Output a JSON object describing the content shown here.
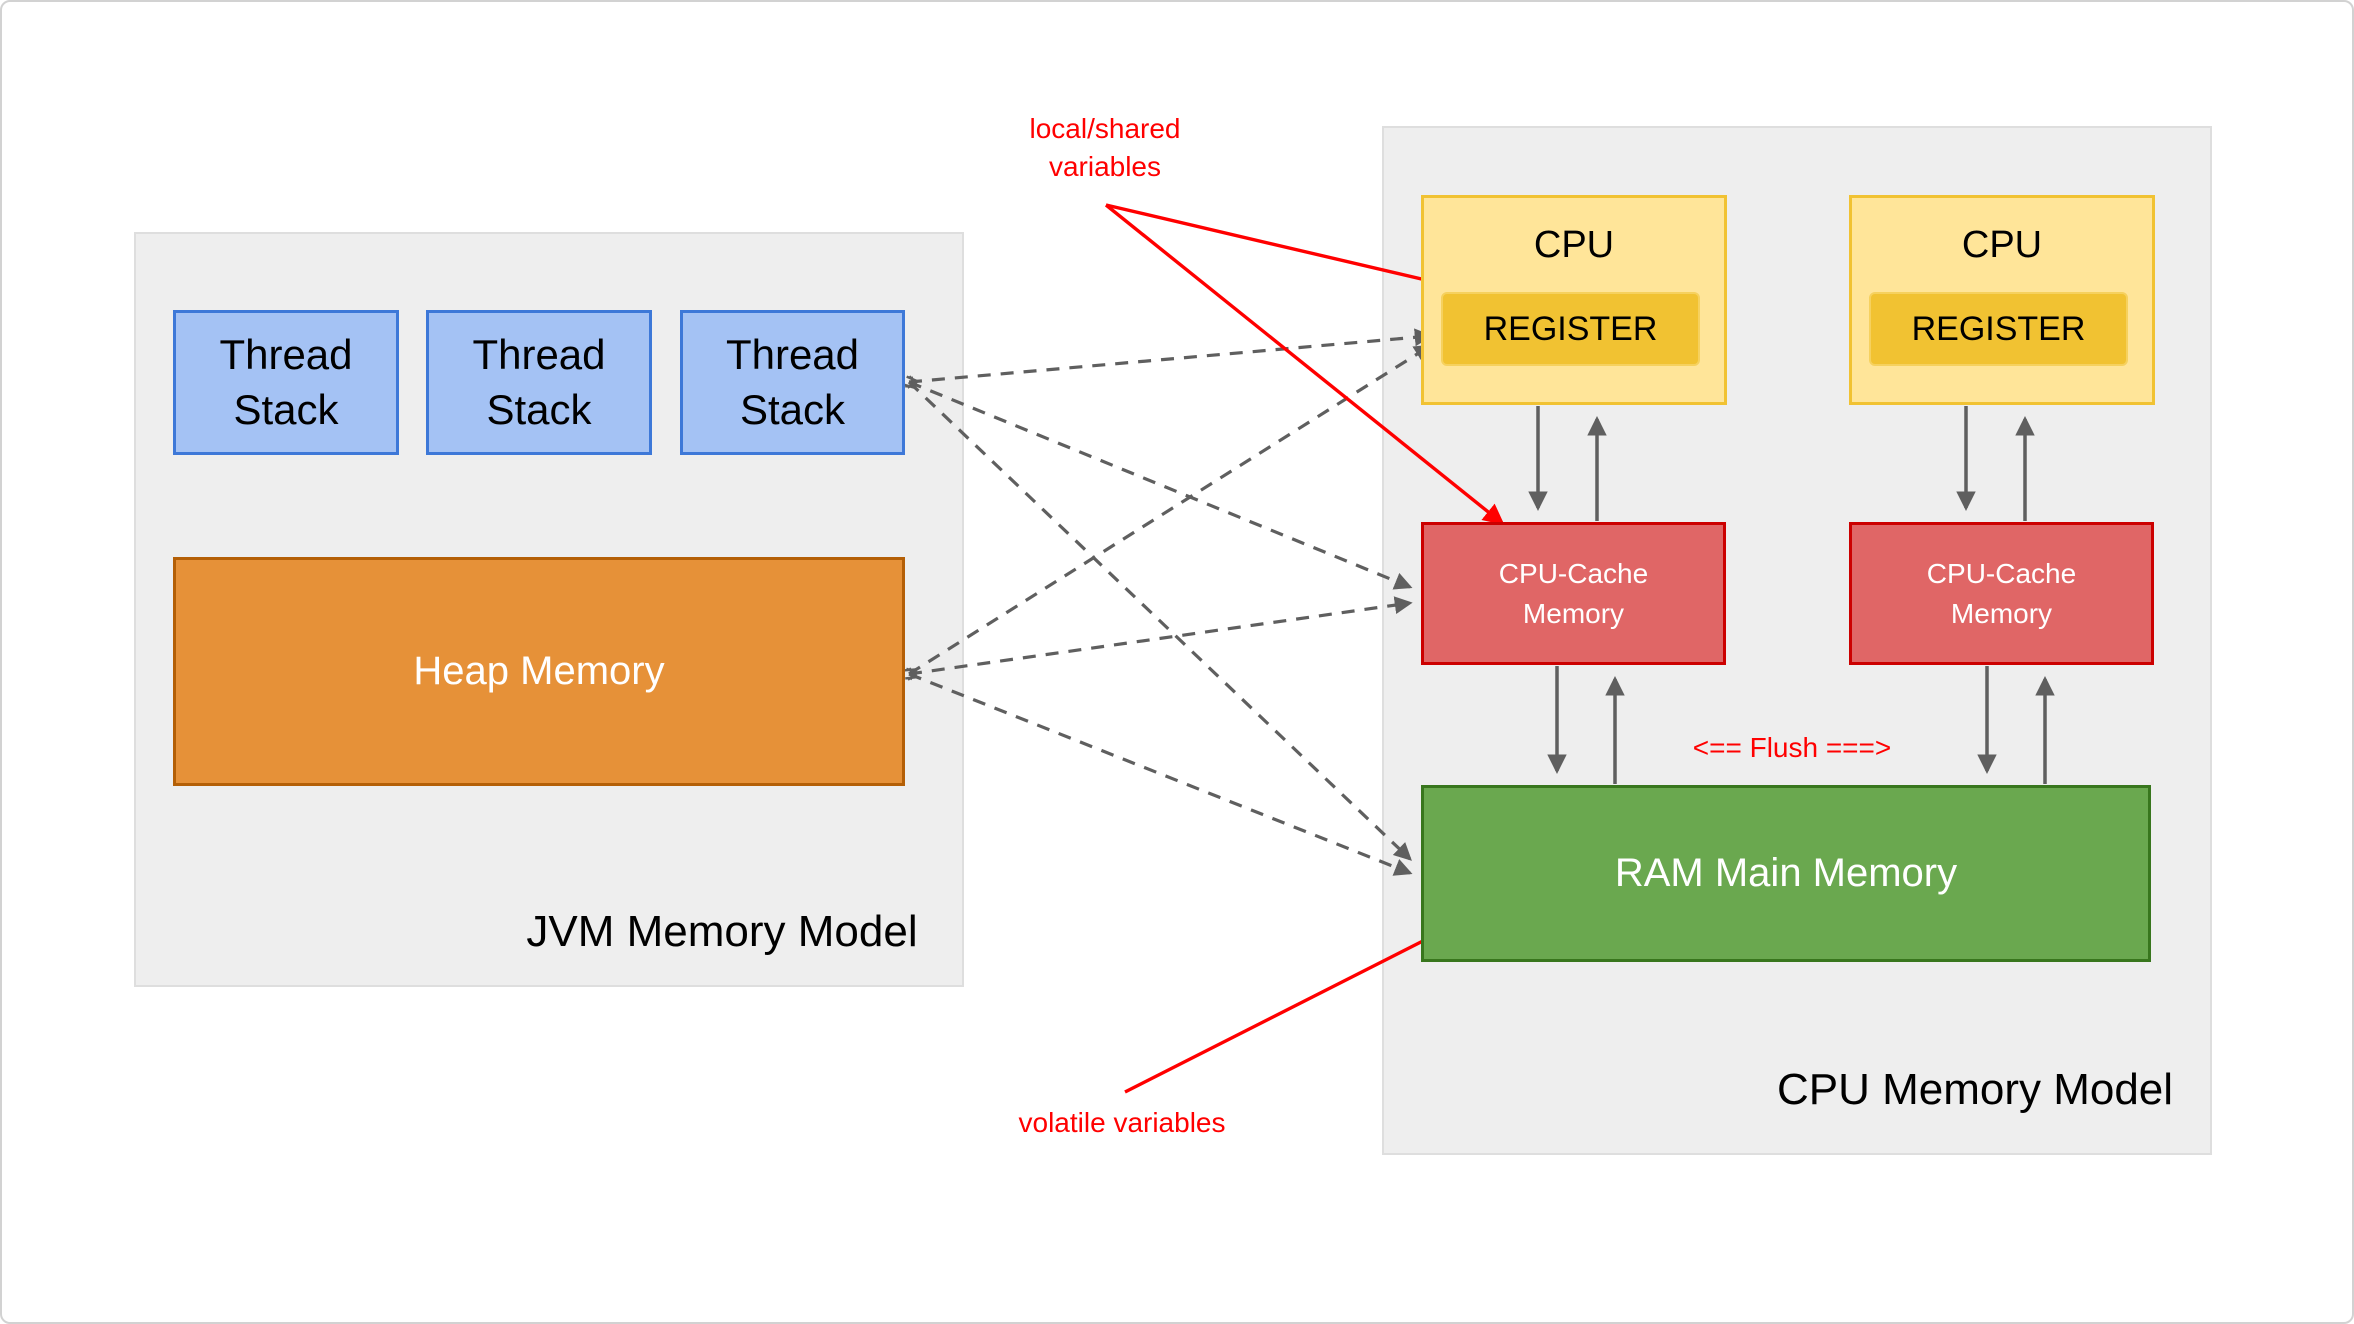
{
  "diagram": {
    "jvm_panel": {
      "label": "JVM Memory Model"
    },
    "cpu_panel": {
      "label": "CPU Memory Model"
    },
    "nodes": {
      "thread_stack_1": {
        "label": "Thread\nStack"
      },
      "thread_stack_2": {
        "label": "Thread\nStack"
      },
      "thread_stack_3": {
        "label": "Thread\nStack"
      },
      "heap": {
        "label": "Heap Memory"
      },
      "cpu_1": {
        "label": "CPU"
      },
      "register_1": {
        "label": "REGISTER"
      },
      "cpu_2": {
        "label": "CPU"
      },
      "register_2": {
        "label": "REGISTER"
      },
      "cache_1": {
        "label": "CPU-Cache\nMemory"
      },
      "cache_2": {
        "label": "CPU-Cache\nMemory"
      },
      "ram": {
        "label": "RAM Main Memory"
      }
    },
    "annotations": {
      "local_shared": {
        "label": "local/shared\nvariables",
        "color": "#ff0000"
      },
      "volatile": {
        "label": "volatile variables",
        "color": "#ff0000"
      },
      "flush": {
        "label": "<== Flush ===>",
        "color": "#ff0000"
      }
    },
    "colors": {
      "panel_fill": "#eeeeee",
      "thread_stack_fill": "#a4c2f4",
      "thread_stack_border": "#3d78d8",
      "heap_fill": "#e69138",
      "heap_border": "#b45f06",
      "cpu_fill": "#ffe599",
      "cpu_border": "#f1c232",
      "register_fill": "#f1c232",
      "cache_fill": "#e06666",
      "cache_border": "#cc0000",
      "ram_fill": "#6aa84f",
      "ram_border": "#38761d",
      "wire_gray": "#5f5f5f",
      "annotation_red": "#ff0000"
    },
    "edges": [
      {
        "from": "thread_stack_3",
        "to": "register_1",
        "style": "dashed-bidirectional"
      },
      {
        "from": "thread_stack_3",
        "to": "cache_1",
        "style": "dashed-bidirectional"
      },
      {
        "from": "thread_stack_3",
        "to": "ram",
        "style": "dashed-bidirectional"
      },
      {
        "from": "heap",
        "to": "register_1",
        "style": "dashed-bidirectional"
      },
      {
        "from": "heap",
        "to": "cache_1",
        "style": "dashed-bidirectional"
      },
      {
        "from": "heap",
        "to": "ram",
        "style": "dashed-bidirectional"
      },
      {
        "from": "cpu_1",
        "to": "cache_1",
        "style": "solid-down"
      },
      {
        "from": "cache_1",
        "to": "cpu_1",
        "style": "solid-up"
      },
      {
        "from": "cache_1",
        "to": "ram",
        "style": "solid-down"
      },
      {
        "from": "ram",
        "to": "cache_1",
        "style": "solid-up"
      },
      {
        "from": "cpu_2",
        "to": "cache_2",
        "style": "solid-down"
      },
      {
        "from": "cache_2",
        "to": "cpu_2",
        "style": "solid-up"
      },
      {
        "from": "cache_2",
        "to": "ram",
        "style": "solid-down"
      },
      {
        "from": "ram",
        "to": "cache_2",
        "style": "solid-up"
      },
      {
        "from": "local_shared_annotation",
        "to": "register_1",
        "style": "red-arrow"
      },
      {
        "from": "local_shared_annotation",
        "to": "cache_1",
        "style": "red-arrow"
      },
      {
        "from": "volatile_annotation",
        "to": "ram",
        "style": "red-arrow"
      }
    ]
  }
}
